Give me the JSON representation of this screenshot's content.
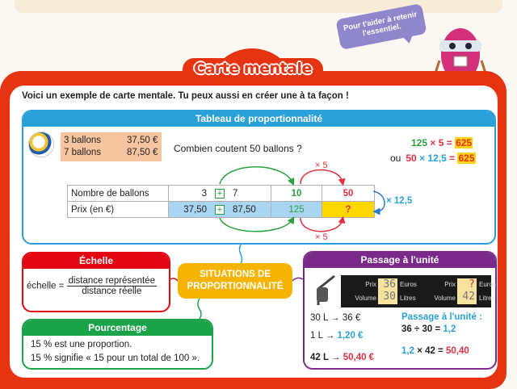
{
  "bubble": {
    "line1": "Pour t'aider à retenir",
    "line2": "l'essentiel."
  },
  "title": "Carte mentale",
  "intro": "Voici un exemple de carte mentale. Tu peux aussi en créer une à ta façon !",
  "proportion": {
    "header": "Tableau de proportionnalité",
    "given": [
      {
        "qty": "3 ballons",
        "price": "37,50 €"
      },
      {
        "qty": "7 ballons",
        "price": "87,50 €"
      }
    ],
    "question": "Combien coutent 50 ballons ?",
    "eq1": {
      "a": "125",
      "op": "× 5 =",
      "res": "625"
    },
    "eq2": {
      "or": "ou",
      "a": "50",
      "b": "× 12,5",
      "eqs": "=",
      "res": "625"
    },
    "table": {
      "row1": {
        "label": "Nombre de ballons",
        "v": [
          "3",
          "7",
          "10",
          "50"
        ]
      },
      "row2": {
        "label": "Prix (en €)",
        "v": [
          "37,50",
          "87,50",
          "125",
          "?"
        ]
      },
      "plus": "+"
    },
    "times5": "× 5",
    "times12": "× 12,5"
  },
  "situations": {
    "line1": "SITUATIONS DE",
    "line2": "PROPORTIONNALITÉ"
  },
  "echelle": {
    "header": "Échelle",
    "lhs": "échelle =",
    "num": "distance représentée",
    "den": "distance réelle"
  },
  "pourcentage": {
    "header": "Pourcentage",
    "line1": "15 % est une proportion.",
    "line2": "15 % signifie « 15 pour un total de 100 »."
  },
  "passage": {
    "header": "Passage à l'unité",
    "pump1": {
      "prix_label": "Prix",
      "prix": "36",
      "euros": "Euros",
      "vol_label": "Volume",
      "vol": "30",
      "litres": "Litres"
    },
    "pump2": {
      "prix_label": "Prix",
      "prix": "?",
      "euros": "Euros",
      "vol_label": "Volume",
      "vol": "42",
      "litres": "Litres"
    },
    "l1": "30 L → 36 €",
    "l2a": "1 L → ",
    "l2b": "1,20 €",
    "l3a": "42 L → ",
    "l3b": "50,40 €",
    "title": "Passage à l'unité :",
    "calc1a": "36 ÷ 30 = ",
    "calc1b": "1,2",
    "calc2a": "1,2",
    "calc2b": " × 42 = ",
    "calc2c": "50,40"
  },
  "colors": {
    "frame": "#e63312",
    "blue": "#2aa0d8",
    "red": "#e30613",
    "green": "#1ba34a",
    "purple": "#7b2a8c",
    "orange": "#f5b400"
  }
}
